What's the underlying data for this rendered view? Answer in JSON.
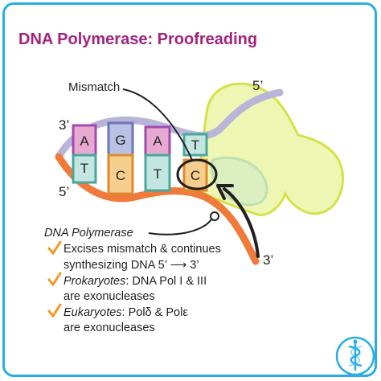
{
  "title": "DNA Polymerase: Proofreading",
  "labels": {
    "mismatch": "Mismatch",
    "top_left_end": "3’",
    "top_right_end": "5’",
    "bottom_left_end": "5’",
    "bottom_right_end": "3’",
    "enzyme": "DNA Polymerase"
  },
  "top_bases": [
    "A",
    "G",
    "A",
    "T"
  ],
  "bottom_bases": [
    "T",
    "C",
    "T",
    "C"
  ],
  "bullets": [
    {
      "italic": "",
      "line1": "Excises mismatch & continues",
      "line2": "synthesizing DNA 5’ ⟶ 3’"
    },
    {
      "italic": "Prokaryotes",
      "line1": ": DNA Pol I & III",
      "line2": "are exonucleases"
    },
    {
      "italic": "Eukaryotes",
      "line1": ": Polδ  & Polε",
      "line2": "are exonucleases"
    }
  ],
  "colors": {
    "title": "#a3237f",
    "border": "#29ade4",
    "top_strand": "#b8b5d9",
    "bottom_strand": "#f07a3a",
    "enzyme_fill": "#eef6b3",
    "enzyme_outline": "#d6e14a",
    "check": "#f39a1e",
    "base_A": "#e7a9d0",
    "base_G": "#b9c1e4",
    "base_T": "#c4e6e0",
    "base_C": "#f6cf8f"
  },
  "icons": [
    "check-icon",
    "caduceus-logo-icon",
    "curved-arrow-icon"
  ]
}
